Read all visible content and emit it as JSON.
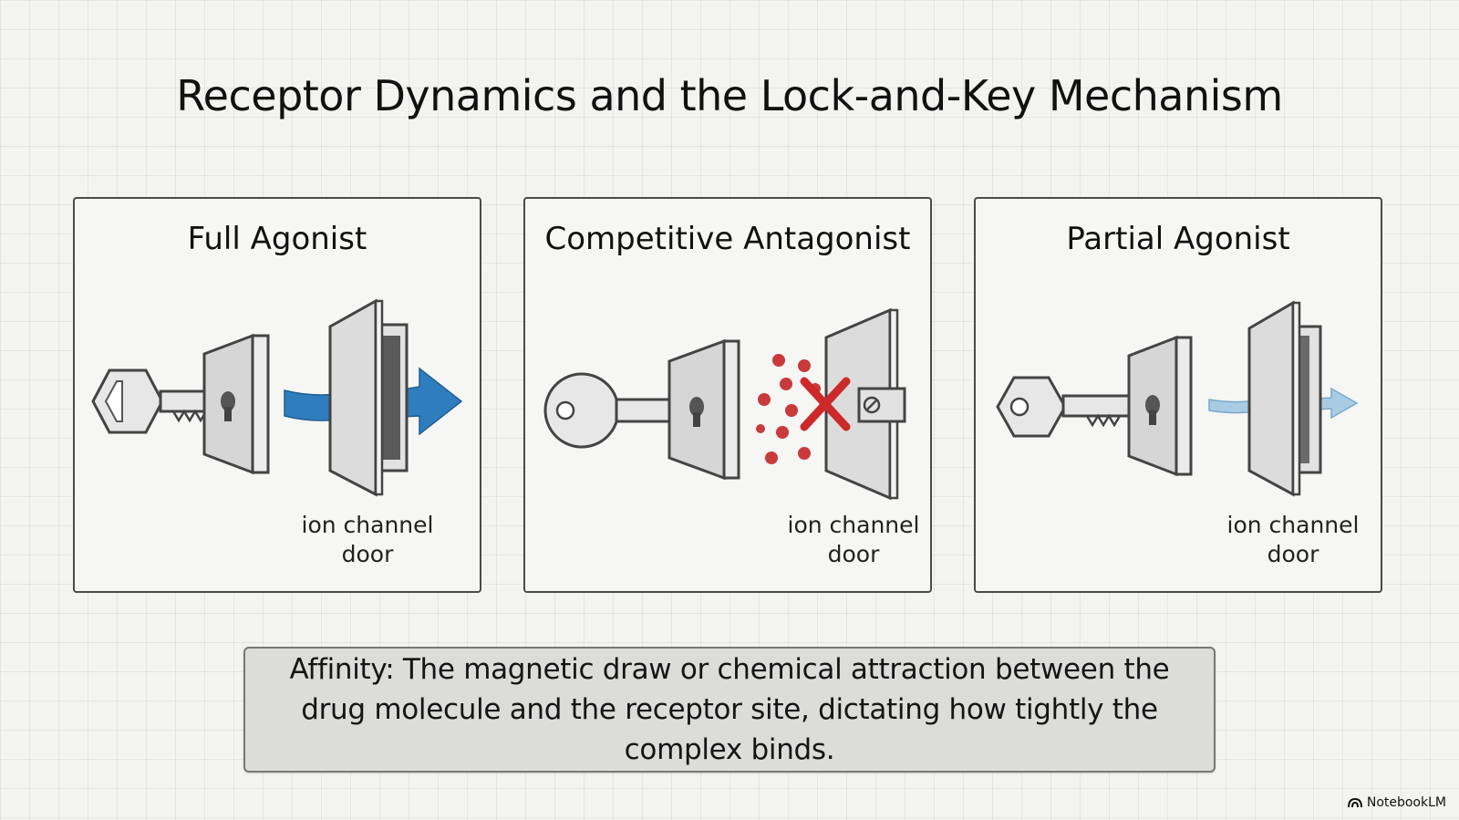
{
  "title": "Receptor Dynamics and the Lock-and-Key Mechanism",
  "panels": [
    {
      "heading": "Full Agonist",
      "door_line1": "ion channel",
      "door_line2": "door"
    },
    {
      "heading": "Competitive Antagonist",
      "door_line1": "ion channel",
      "door_line2": "door"
    },
    {
      "heading": "Partial Agonist",
      "door_line1": "ion channel",
      "door_line2": "door"
    }
  ],
  "caption": "Affinity: The magnetic draw or chemical attraction between the drug molecule and the receptor site, dictating how tightly the complex binds.",
  "brand": "NotebookLM",
  "colors": {
    "arrow_full": "#2f7dbd",
    "arrow_partial": "#a9cbe4",
    "block_x": "#cc2a2a",
    "molecule": "#c93a3a"
  },
  "icons": [
    "key-icon",
    "lock-icon",
    "door-icon",
    "arrow-icon",
    "block-x-icon",
    "notebook-icon"
  ]
}
